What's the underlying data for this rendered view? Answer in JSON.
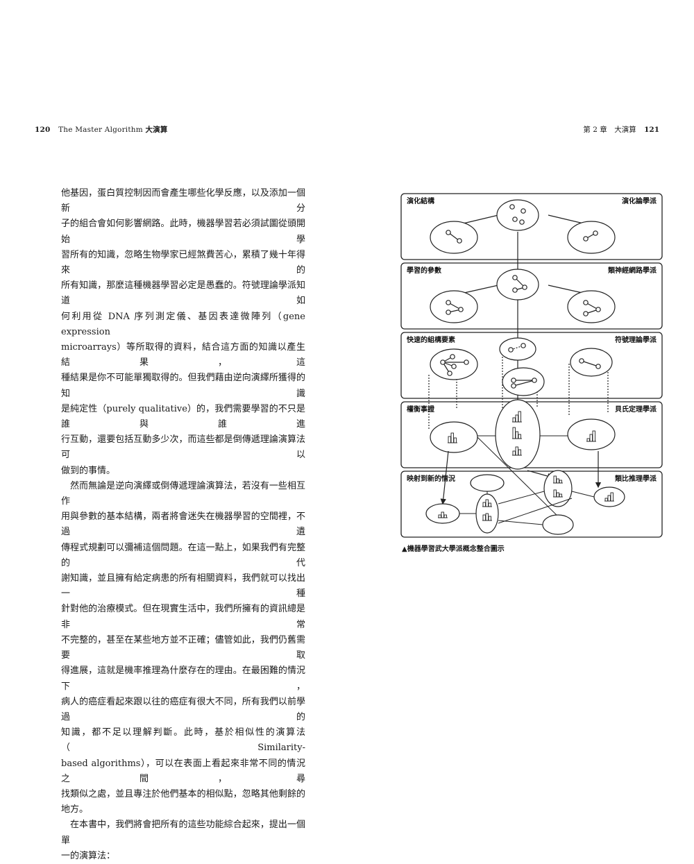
{
  "header": {
    "left_page": "120",
    "left_title": "The Master Algorithm",
    "left_title_cn": "大演算",
    "right_chapter": "第 2 章　大演算",
    "right_page": "121"
  },
  "body": {
    "p1": [
      "他基因，蛋白質控制因而會產生哪些化學反應，以及添加一個新分",
      "子的組合會如何影響網路。此時，機器學習若必須試圖從頭開始學",
      "習所有的知識，忽略生物學家已經煞費苦心，累積了幾十年得來的",
      "所有知識，那麼這種機器學習必定是愚蠢的。符號理論學派知道如",
      "何利用從 DNA 序列測定儀、基因表達微陣列（gene expression",
      "microarrays）等所取得的資料，結合這方面的知識以產生結果，這",
      "種結果是你不可能單獨取得的。但我們藉由逆向演繹所獲得的知識",
      "是純定性（purely qualitative）的，我們需要學習的不只是誰與誰進",
      "行互動，還要包括互動多少次，而這些都是倒傳遞理論演算法可以",
      "做到的事情。"
    ],
    "p2": [
      "然而無論是逆向演繹或倒傳遞理論演算法，若沒有一些相互作",
      "用與參數的基本結構，兩者將會迷失在機器學習的空間裡，不過遺",
      "傳程式規劃可以彌補這個問題。在這一點上，如果我們有完整的代",
      "謝知識，並且擁有給定病患的所有相關資料，我們就可以找出一種",
      "針對他的治療模式。但在現實生活中，我們所擁有的資訊總是非常",
      "不完整的，甚至在某些地方並不正確；儘管如此，我們仍舊需要取",
      "得進展，這就是機率推理為什麼存在的理由。在最困難的情況下，",
      "病人的癌症看起來跟以往的癌症有很大不同，所有我們以前學過的",
      "知識，都不足以理解判斷。此時，基於相似性的演算法（Similarity-",
      "based algorithms），可以在表面上看起來非常不同的情況之間，尋",
      "找類似之處，並且專注於他們基本的相似點，忽略其他剩餘的地方。"
    ],
    "p3": [
      "在本書中，我們將會把所有的這些功能綜合起來，提出一個單",
      "一的演算法："
    ]
  },
  "diagram": {
    "panels": [
      {
        "left": "演化結構",
        "right": "演化論學派"
      },
      {
        "left": "學習的參數",
        "right": "類神經網路學派"
      },
      {
        "left": "快速的組構要素",
        "right": "符號理論學派"
      },
      {
        "left": "權衡事證",
        "right": "貝氏定理學派"
      },
      {
        "left": "映射到新的情況",
        "right": "類比推理學派"
      }
    ],
    "caption": "▲機器學習武大學派概念整合圖示",
    "line_color": "#222222",
    "panel_fill": "#ffffff"
  }
}
